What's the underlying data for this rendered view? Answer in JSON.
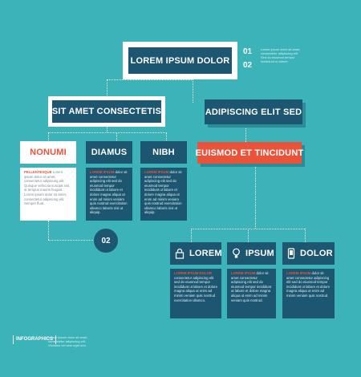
{
  "top": {
    "title": "LOREM IPSUM DOLOR",
    "num1": "01",
    "num2": "02",
    "note": "Lorem ipsum dolor sit amet, consectetur adipiscing elit. Sed do eiusmod tempor incididunt ut labore."
  },
  "level2": {
    "left": "SIT AMET CONSECTETIS",
    "right": "ADIPISCING ELIT SED"
  },
  "level3": {
    "nonumi": "NONUMI",
    "diamus": "DIAMUS",
    "nibh": "NIBH",
    "euismod": "EUISMOD ET TINCIDUNT"
  },
  "texts": {
    "nonumi_hl": "PELLENTESQUE",
    "nonumi_body": "Lorem ipsum dolor sit amet, consectetur adipiscing elit. Quisque vehicula suscipit nisl, at tempus mauris feugiat. Lorem ipsum dolor sit amet, consectetur adipiscing elit. Semper fluat.",
    "diamus_hl": "LOREM IPSUM",
    "diamus_body": "dolor sit amet consectetur adipiscing elit sed do eiusmod tempor incididunt ut labore et dolore magna aliqua ut enim ad minim veniam quis nostrud exercitation ullamco laboris nisi ut aliquip.",
    "nibh_hl": "LOREM IPSUM",
    "nibh_body": "dolor sit amet consectetur adipiscing elit sed do eiusmod tempor incididunt ut labore et dolore magna aliqua ut enim ad minim veniam quis nostrud exercitation ullamco laboris nisi ut aliquip.",
    "lorem_hl": "LOREM IPSUM DOLOR",
    "lorem_body": "consectetur adipiscing elit sed do eiusmod tempor incididunt ut labore et dolore magna aliqua ut enim ad minim veniam quis nostrud exercitation ullamco.",
    "ipsum_hl": "LOREM IPSUM",
    "ipsum_body": "dolor sit amet consectetur adipiscing elit sed do eiusmod tempor incididunt ut labore et dolore magna aliqua ut enim ad minim veniam quis nostrud.",
    "dolor_hl": "LOREM IPSUM",
    "dolor_body": "dolor sit amet consectetur adipiscing elit sed do eiusmod tempor incididunt ut labore et dolore magna aliqua ut enim ad minim veniam quis nostrud."
  },
  "circle": {
    "label": "02"
  },
  "bottom": {
    "lorem": "LOREM",
    "ipsum": "IPSUM",
    "dolor": "DOLOR"
  },
  "footer": {
    "logo": "INFOGRAPHICS",
    "note": "Lorem ipsum dolor sit amet, consectetur adipiscing elit. Vivamus vel sem eget orci."
  },
  "icons": {
    "lorem": "lock-icon",
    "ipsum": "lightbulb-icon",
    "dolor": "mobile-phone-icon"
  },
  "colors": {
    "background": "#3bb3b9",
    "navy": "#1d5670",
    "accent": "#e8533a",
    "white": "#ffffff"
  }
}
